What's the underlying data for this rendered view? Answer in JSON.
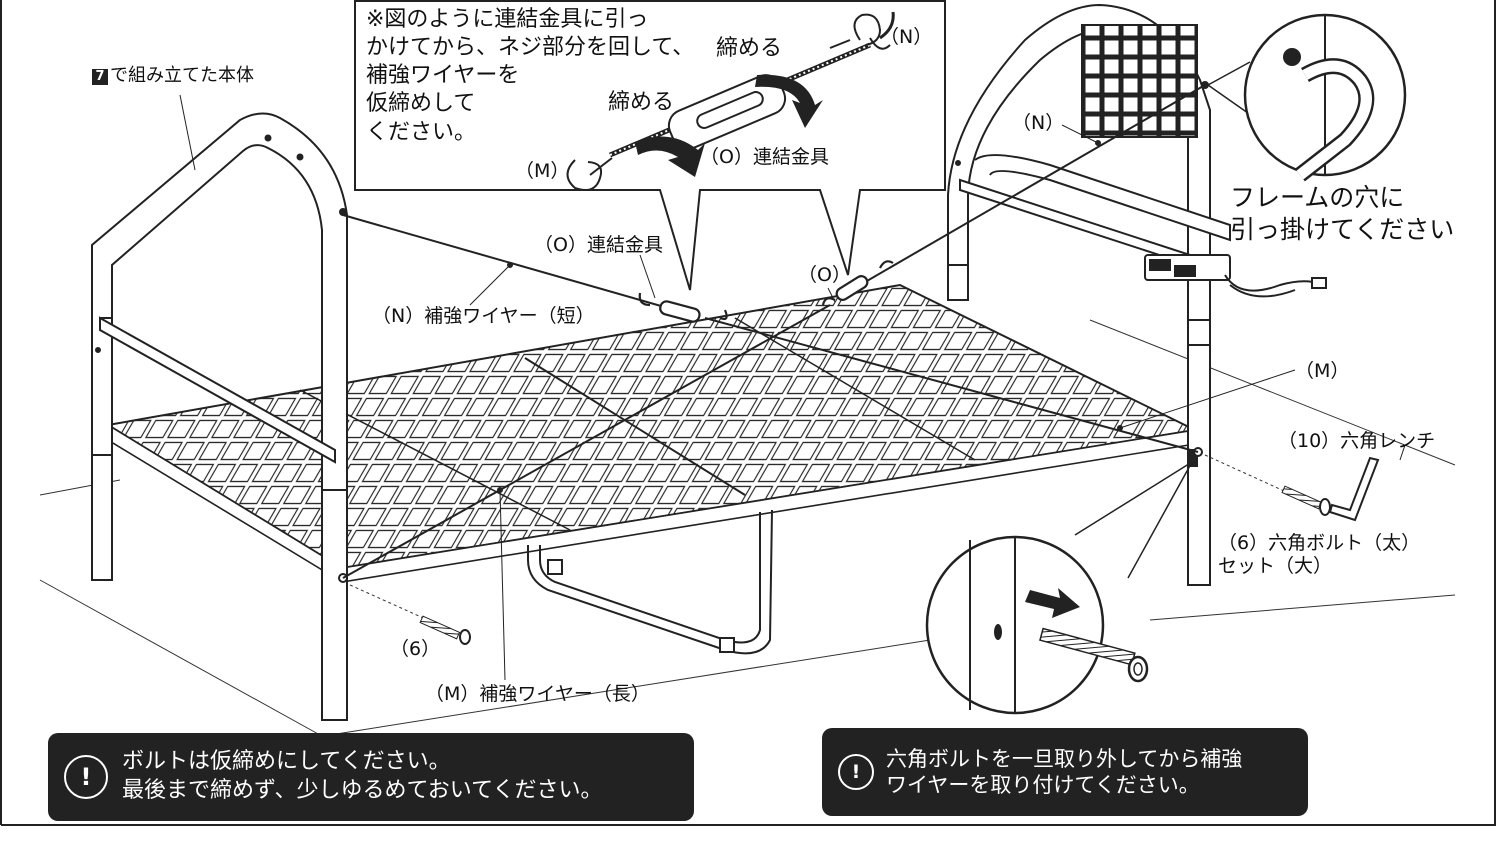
{
  "step_ref": {
    "badge": "7",
    "text": "で組み立てた本体"
  },
  "callout": {
    "lines": [
      "※図のように連結金具に引っ",
      "かけてから、ネジ部分を回して、",
      "補強ワイヤーを",
      "仮締めして",
      "ください。"
    ],
    "tighten_top": "締める",
    "tighten_left": "締める",
    "label_n": "（N）",
    "label_m": "（M）",
    "label_o": "（O）連結金具"
  },
  "labels": {
    "n_right": "（N）",
    "o_center": "（O）連結金具",
    "o_right": "（O）",
    "n_short": "（N）補強ワイヤー（短）",
    "m_right": "（M）",
    "wrench": "（10）六角レンチ",
    "bolt_line1": "（6）六角ボルト（太）",
    "bolt_line2": "セット（大）",
    "bolt_left": "（6）",
    "m_long": "（M）補強ワイヤー（長）"
  },
  "frame_hole": {
    "line1": "フレームの穴に",
    "line2": "引っ掛けてください"
  },
  "warnings": [
    {
      "icon": "!",
      "lines": [
        "ボルトは仮締めにしてください。",
        "最後まで締めず、少しゆるめておいてください。"
      ]
    },
    {
      "icon": "!",
      "lines": [
        "六角ボルトを一旦取り外してから補強",
        "ワイヤーを取り付けてください。"
      ]
    }
  ]
}
